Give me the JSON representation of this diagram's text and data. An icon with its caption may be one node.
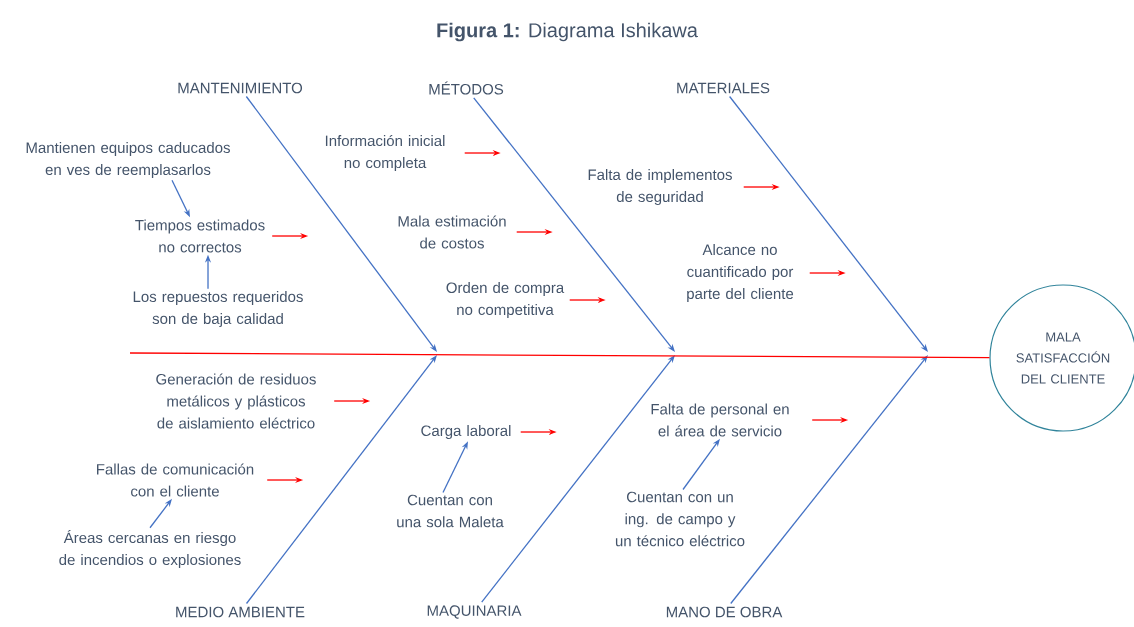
{
  "diagram": {
    "title": "**Figura 1:** Diagrama Ishikawa",
    "nodes": [
      {
        "text": [
          "MANTENIMIENTO"
        ]
      },
      {
        "text": [
          "Mantienen equipos caducados en ves de reemplasarlos"
        ]
      },
      {
        "text": [
          "Tiempos estimados no correctos"
        ]
      },
      {
        "text": [
          "Los repuestos requeridos son de baja calidad"
        ]
      },
      {
        "text": [
          "MÉTODOS"
        ]
      },
      {
        "text": [
          "Información inicial no completa"
        ]
      },
      {
        "text": [
          "Mala estimación de costos"
        ]
      },
      {
        "text": [
          "Orden de compra no competitiva"
        ]
      },
      {
        "text": [
          "MATERIALES"
        ]
      },
      {
        "text": [
          "Falta de implementos de seguridad"
        ]
      },
      {
        "text": [
          "Alcance no cuantificado por parte del cliente"
        ]
      },
      {
        "text": [
          "MALA SATISFACCIÓN DEL CLIENTE"
        ]
      },
      {
        "text": [
          "MEDIO AMBIENTE"
        ]
      },
      {
        "text": [
          "Generación de residuos metálicos y plásticos de aislamiento eléctrico"
        ]
      },
      {
        "text": [
          "Fallas de comunicación con el cliente"
        ]
      },
      {
        "text": [
          "Áreas cercanas en riesgo de incendios o explosiones"
        ]
      },
      {
        "text": [
          "MAQUINARIA"
        ]
      },
      {
        "text": [
          "Carga laboral"
        ]
      },
      {
        "text": [
          "Cuentan con una sola Maleta"
        ]
      },
      {
        "text": [
          "MANO DE OBRA"
        ]
      },
      {
        "text": [
          "Falta de personal en el área de servicio"
        ]
      },
      {
        "text": [
          "Cuentan con un ing. de campo y un técnico eléctrico"
        ]
      }
    ],
    "edges": [
      {
        "from": 0,
        "to": null,
        "arrow": "to"
      },
      {
        "from": 4,
        "to": null,
        "arrow": "to"
      },
      {
        "from": 8,
        "to": null,
        "arrow": "to"
      },
      {
        "from": 12,
        "to": null,
        "arrow": "to"
      },
      {
        "from": 16,
        "to": null,
        "arrow": "to"
      },
      {
        "from": 19,
        "to": null,
        "arrow": "to"
      },
      {
        "from": null,
        "to": 11,
        "arrow": "none",
        "color": "#ff0000"
      },
      {
        "from": 2,
        "to": null,
        "arrow": "to",
        "color": "#ff0000"
      },
      {
        "from": 5,
        "to": null,
        "arrow": "to",
        "color": "#ff0000"
      },
      {
        "from": 6,
        "to": null,
        "arrow": "to",
        "color": "#ff0000"
      },
      {
        "from": 7,
        "to": null,
        "arrow": "to",
        "color": "#ff0000"
      },
      {
        "from": 9,
        "to": null,
        "arrow": "to",
        "color": "#ff0000"
      },
      {
        "from": 10,
        "to": null,
        "arrow": "to",
        "color": "#ff0000"
      },
      {
        "from": 13,
        "to": null,
        "arrow": "to",
        "color": "#ff0000"
      },
      {
        "from": 14,
        "to": null,
        "arrow": "to",
        "color": "#ff0000"
      },
      {
        "from": 17,
        "to": null,
        "arrow": "to",
        "color": "#ff0000"
      },
      {
        "from": 20,
        "to": null,
        "arrow": "to",
        "color": "#ff0000"
      },
      {
        "from": 1,
        "to": 2,
        "arrow": "to"
      },
      {
        "from": 3,
        "to": 2,
        "arrow": "to"
      },
      {
        "from": 15,
        "to": 14,
        "arrow": "to"
      },
      {
        "from": 18,
        "to": 17,
        "arrow": "to"
      },
      {
        "from": 21,
        "to": 20,
        "arrow": "to"
      }
    ]
  }
}
